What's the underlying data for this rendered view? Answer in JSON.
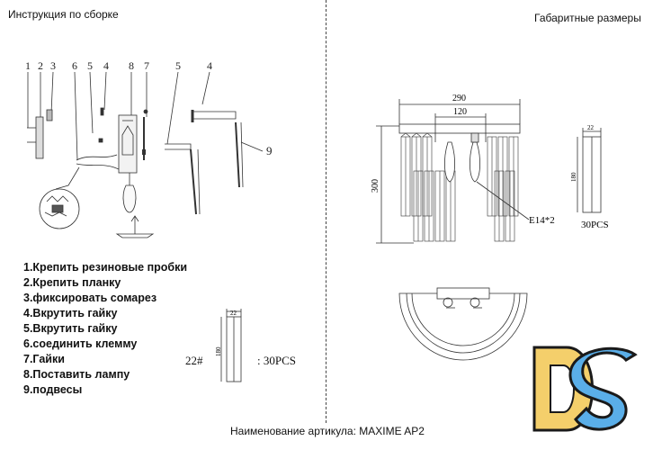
{
  "left_panel": {
    "title": "Инструкция по сборке",
    "callouts": [
      "1",
      "2",
      "3",
      "6",
      "5",
      "4",
      "8",
      "7",
      "5",
      "4",
      "9"
    ],
    "steps": [
      "1.Крепить резиновые пробки",
      "2.Крепить планку",
      "3.фиксировать сомарез",
      "4.Вкрутить гайку",
      "5.Вкрутить гайку",
      "6.соединить клемму",
      "7.Гайки",
      "8.Поставить лампу",
      "9.подвесы"
    ],
    "crystal_detail": {
      "size_label": "22#",
      "width": "22",
      "height": "180",
      "count": ": 30PCS"
    }
  },
  "right_panel": {
    "title": "Габаритные размеры",
    "dims": {
      "overall_width": "290",
      "inner_width": "120",
      "height": "300",
      "bulb": "E14*2"
    },
    "crystal": {
      "width": "22",
      "height": "180",
      "count": "30PCS"
    }
  },
  "footer": {
    "article": "Наименование артикула: MAXIME AP2"
  },
  "logo": {
    "letters": "DS",
    "colors": {
      "d": "#f4cf6b",
      "s": "#5aaee8"
    }
  }
}
